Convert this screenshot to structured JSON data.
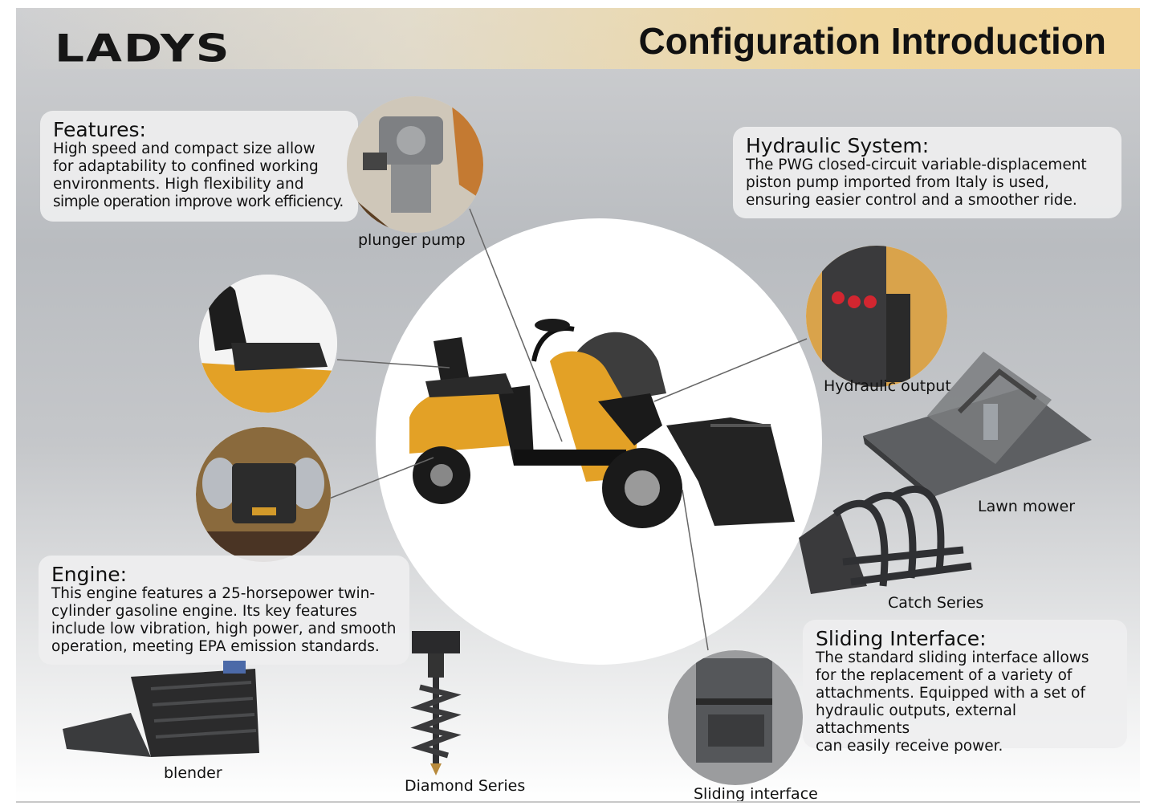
{
  "brand": {
    "logo": "LADYS",
    "title": "Configuration Introduction"
  },
  "features": {
    "heading": "Features:",
    "lines": [
      "High speed and compact size allow",
      "for adaptability to confined working",
      "environments. High flexibility and",
      "simple operation improve work efficiency."
    ]
  },
  "hydraulic": {
    "heading": "Hydraulic System:",
    "lines": [
      "The PWG closed-circuit variable-displacement",
      "piston pump imported from Italy is used,",
      "ensuring easier control and a smoother ride."
    ]
  },
  "engine": {
    "heading": "Engine:",
    "lines": [
      "This engine features a 25-horsepower twin-",
      "cylinder gasoline engine. Its key features",
      "include low vibration, high power, and smooth",
      "operation, meeting EPA emission standards."
    ]
  },
  "sliding": {
    "heading": "Sliding Interface:",
    "lines": [
      "The standard sliding interface allows",
      "for the replacement of a variety of",
      "attachments. Equipped with a set of",
      "hydraulic outputs, external attachments",
      "can easily receive power."
    ]
  },
  "labels": {
    "plunger_pump": "plunger pump",
    "hydraulic_output": "Hydraulic output",
    "lawn_mower": "Lawn mower",
    "catch_series": "Catch Series",
    "blender": "blender",
    "diamond_series": "Diamond Series",
    "sliding_interface": "Sliding interface"
  },
  "colors": {
    "machine_yellow": "#e3a126",
    "header_gold": "#f2d59a",
    "steel": "#3a3a3c"
  }
}
